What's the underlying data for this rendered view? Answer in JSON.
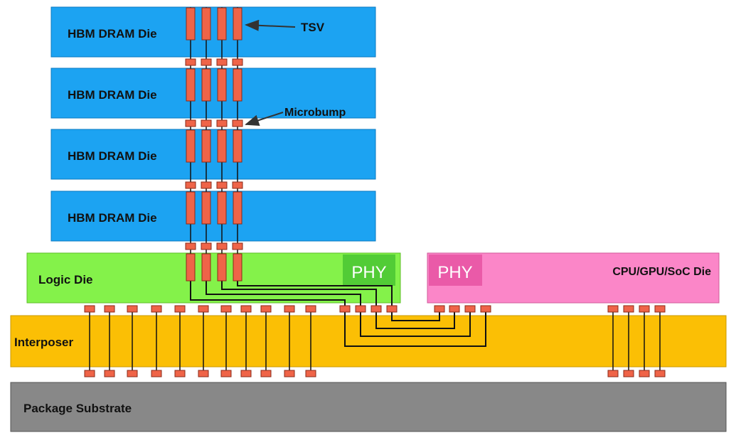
{
  "labels": {
    "dram_dies": [
      "HBM DRAM Die",
      "HBM DRAM Die",
      "HBM DRAM Die",
      "HBM DRAM Die"
    ],
    "tsv": "TSV",
    "microbump": "Microbump",
    "logic_die": "Logic Die",
    "phy_logic": "PHY",
    "phy_soc": "PHY",
    "soc_die": "CPU/GPU/SoC Die",
    "interposer": "Interposer",
    "package_substrate": "Package Substrate"
  },
  "colors": {
    "dram": "#1ca3f2",
    "logic": "#84f24a",
    "phy_logic": "#52cc36",
    "soc": "#fb86c8",
    "phy_soc": "#ea5aa8",
    "interposer": "#fbbf05",
    "substrate": "#888888",
    "tsv": "#ef6448",
    "wire": "#111111"
  }
}
